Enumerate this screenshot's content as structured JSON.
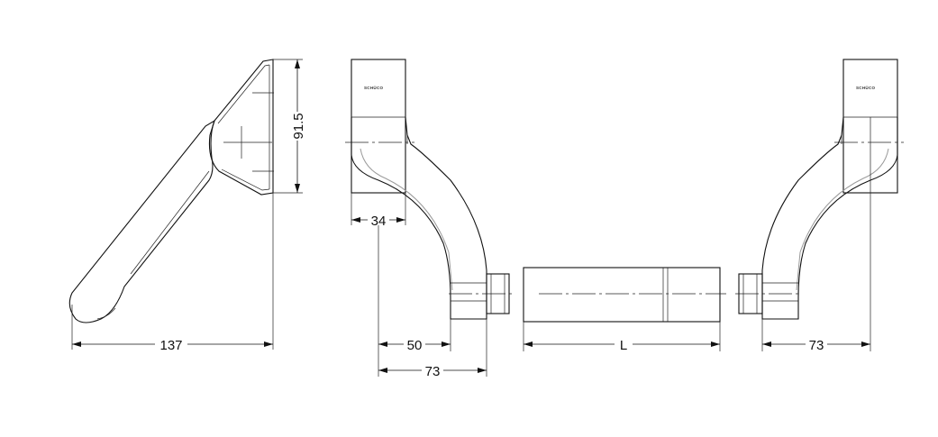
{
  "dimensions": {
    "lever_length": "137",
    "lever_height": "91.5",
    "rose_width": "34",
    "projection_inner": "50",
    "projection_left": "73",
    "bar_length": "L",
    "projection_right": "73"
  },
  "logo": {
    "left": "SCHÜCO",
    "right": "SCHÜCO"
  }
}
